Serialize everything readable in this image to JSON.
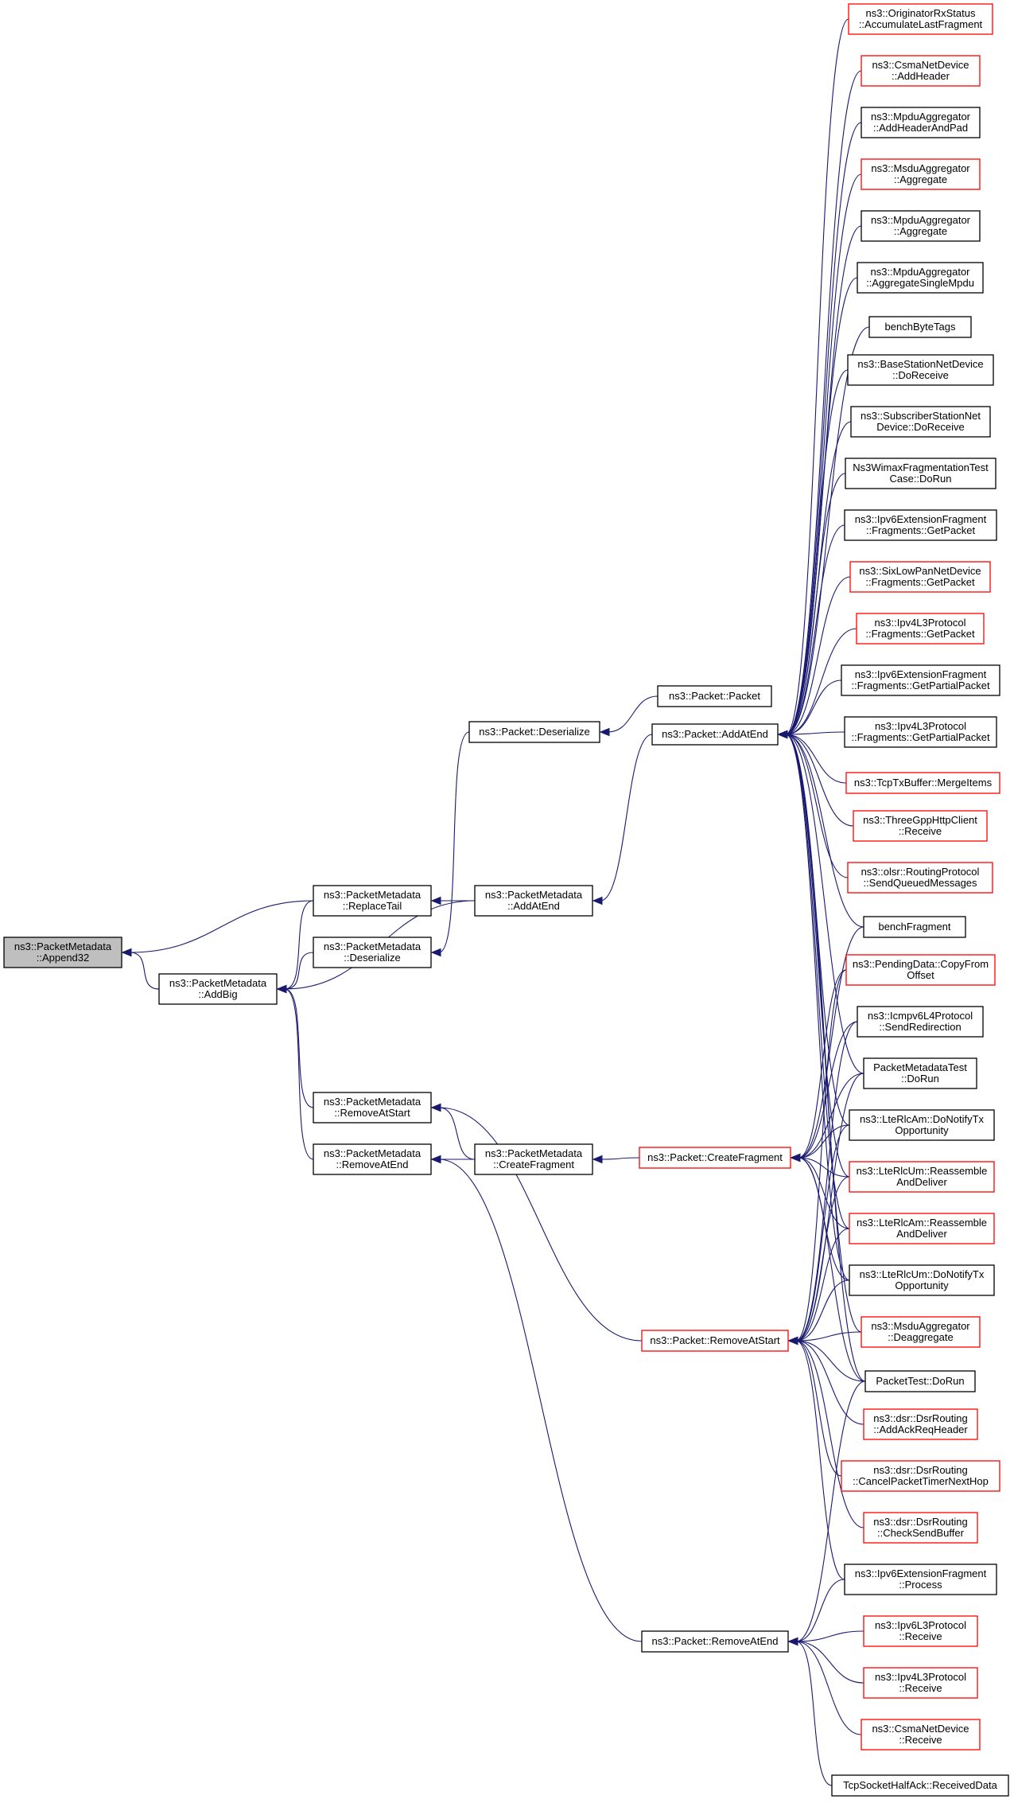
{
  "graph": {
    "title": "",
    "colors": {
      "edge": "#191970",
      "border_default": "#000000",
      "border_truncated": "#ff0000",
      "root_fill": "#bfbfbf",
      "node_fill": "#ffffff"
    },
    "nodes": [
      {
        "id": "n_root",
        "name": "root-node-append32",
        "lines": [
          "ns3::PacketMetadata",
          "::Append32"
        ],
        "style": "root"
      },
      {
        "id": "n_replacetail",
        "name": "node-replace-tail",
        "lines": [
          "ns3::PacketMetadata",
          "::ReplaceTail"
        ],
        "style": "normal"
      },
      {
        "id": "n_addbig",
        "name": "node-add-big",
        "lines": [
          "ns3::PacketMetadata",
          "::AddBig"
        ],
        "style": "normal"
      },
      {
        "id": "n_pm_deser",
        "name": "node-pm-deserialize",
        "lines": [
          "ns3::PacketMetadata",
          "::Deserialize"
        ],
        "style": "normal"
      },
      {
        "id": "n_pm_addatend",
        "name": "node-pm-add-at-end",
        "lines": [
          "ns3::PacketMetadata",
          "::AddAtEnd"
        ],
        "style": "normal"
      },
      {
        "id": "n_pm_rmstart",
        "name": "node-pm-remove-at-start",
        "lines": [
          "ns3::PacketMetadata",
          "::RemoveAtStart"
        ],
        "style": "normal"
      },
      {
        "id": "n_pm_rmend",
        "name": "node-pm-remove-at-end",
        "lines": [
          "ns3::PacketMetadata",
          "::RemoveAtEnd"
        ],
        "style": "normal"
      },
      {
        "id": "n_pm_createfrag",
        "name": "node-pm-create-fragment",
        "lines": [
          "ns3::PacketMetadata",
          "::CreateFragment"
        ],
        "style": "normal"
      },
      {
        "id": "n_p_deser",
        "name": "node-packet-deserialize",
        "lines": [
          "ns3::Packet::Deserialize"
        ],
        "style": "normal"
      },
      {
        "id": "n_p_packet",
        "name": "node-packet-packet",
        "lines": [
          "ns3::Packet::Packet"
        ],
        "style": "normal"
      },
      {
        "id": "n_p_addatend",
        "name": "node-packet-add-at-end",
        "lines": [
          "ns3::Packet::AddAtEnd"
        ],
        "style": "normal"
      },
      {
        "id": "n_p_createfrag",
        "name": "node-packet-create-fragment",
        "lines": [
          "ns3::Packet::CreateFragment"
        ],
        "style": "truncated"
      },
      {
        "id": "n_p_rmstart",
        "name": "node-packet-remove-at-start",
        "lines": [
          "ns3::Packet::RemoveAtStart"
        ],
        "style": "truncated"
      },
      {
        "id": "n_p_rmend",
        "name": "node-packet-remove-at-end",
        "lines": [
          "ns3::Packet::RemoveAtEnd"
        ],
        "style": "normal"
      },
      {
        "id": "r_orig",
        "name": "caller-originator-rx-status",
        "lines": [
          "ns3::OriginatorRxStatus",
          "::AccumulateLastFragment"
        ],
        "style": "truncated"
      },
      {
        "id": "r_csma_addh",
        "name": "caller-csma-add-header",
        "lines": [
          "ns3::CsmaNetDevice",
          "::AddHeader"
        ],
        "style": "truncated"
      },
      {
        "id": "r_mpdu_addpad",
        "name": "caller-mpdu-add-header-and-pad",
        "lines": [
          "ns3::MpduAggregator",
          "::AddHeaderAndPad"
        ],
        "style": "normal"
      },
      {
        "id": "r_msdu_agg",
        "name": "caller-msdu-aggregate",
        "lines": [
          "ns3::MsduAggregator",
          "::Aggregate"
        ],
        "style": "truncated"
      },
      {
        "id": "r_mpdu_agg",
        "name": "caller-mpdu-aggregate",
        "lines": [
          "ns3::MpduAggregator",
          "::Aggregate"
        ],
        "style": "normal"
      },
      {
        "id": "r_mpdu_single",
        "name": "caller-mpdu-aggregate-single",
        "lines": [
          "ns3::MpduAggregator",
          "::AggregateSingleMpdu"
        ],
        "style": "normal"
      },
      {
        "id": "r_benchbyte",
        "name": "caller-bench-byte-tags",
        "lines": [
          "benchByteTags"
        ],
        "style": "normal"
      },
      {
        "id": "r_bs_recv",
        "name": "caller-base-station-do-receive",
        "lines": [
          "ns3::BaseStationNetDevice",
          "::DoReceive"
        ],
        "style": "normal"
      },
      {
        "id": "r_ss_recv",
        "name": "caller-subscriber-station-do-receive",
        "lines": [
          "ns3::SubscriberStationNet",
          "Device::DoReceive"
        ],
        "style": "normal"
      },
      {
        "id": "r_wimax",
        "name": "caller-wimax-fragmentation-test",
        "lines": [
          "Ns3WimaxFragmentationTest",
          "Case::DoRun"
        ],
        "style": "normal"
      },
      {
        "id": "r_ipv6frag_get",
        "name": "caller-ipv6-fragments-get-packet",
        "lines": [
          "ns3::Ipv6ExtensionFragment",
          "::Fragments::GetPacket"
        ],
        "style": "normal"
      },
      {
        "id": "r_sixlow",
        "name": "caller-sixlowpan-fragments-get-packet",
        "lines": [
          "ns3::SixLowPanNetDevice",
          "::Fragments::GetPacket"
        ],
        "style": "truncated"
      },
      {
        "id": "r_ipv4frag_get",
        "name": "caller-ipv4-fragments-get-packet",
        "lines": [
          "ns3::Ipv4L3Protocol",
          "::Fragments::GetPacket"
        ],
        "style": "truncated"
      },
      {
        "id": "r_ipv6frag_partial",
        "name": "caller-ipv6-fragments-get-partial",
        "lines": [
          "ns3::Ipv6ExtensionFragment",
          "::Fragments::GetPartialPacket"
        ],
        "style": "normal"
      },
      {
        "id": "r_ipv4frag_partial",
        "name": "caller-ipv4-fragments-get-partial",
        "lines": [
          "ns3::Ipv4L3Protocol",
          "::Fragments::GetPartialPacket"
        ],
        "style": "normal"
      },
      {
        "id": "r_tcptx",
        "name": "caller-tcp-tx-buffer-merge-items",
        "lines": [
          "ns3::TcpTxBuffer::MergeItems"
        ],
        "style": "truncated"
      },
      {
        "id": "r_3gpp",
        "name": "caller-three-gpp-http-client-receive",
        "lines": [
          "ns3::ThreeGppHttpClient",
          "::Receive"
        ],
        "style": "truncated"
      },
      {
        "id": "r_olsr",
        "name": "caller-olsr-send-queued-messages",
        "lines": [
          "ns3::olsr::RoutingProtocol",
          "::SendQueuedMessages"
        ],
        "style": "truncated"
      },
      {
        "id": "r_benchfrag",
        "name": "caller-bench-fragment",
        "lines": [
          "benchFragment"
        ],
        "style": "normal"
      },
      {
        "id": "r_pending",
        "name": "caller-pending-data-copy-from-offset",
        "lines": [
          "ns3::PendingData::CopyFrom",
          "Offset"
        ],
        "style": "truncated"
      },
      {
        "id": "r_icmpv6",
        "name": "caller-icmpv6-send-redirection",
        "lines": [
          "ns3::Icmpv6L4Protocol",
          "::SendRedirection"
        ],
        "style": "normal"
      },
      {
        "id": "r_pmtest",
        "name": "caller-packet-metadata-test-do-run",
        "lines": [
          "PacketMetadataTest",
          "::DoRun"
        ],
        "style": "normal"
      },
      {
        "id": "r_rlcam_notify",
        "name": "caller-lte-rlc-am-do-notify-tx",
        "lines": [
          "ns3::LteRlcAm::DoNotifyTx",
          "Opportunity"
        ],
        "style": "normal"
      },
      {
        "id": "r_rlcum_reasm",
        "name": "caller-lte-rlc-um-reassemble",
        "lines": [
          "ns3::LteRlcUm::Reassemble",
          "AndDeliver"
        ],
        "style": "truncated"
      },
      {
        "id": "r_rlcam_reasm",
        "name": "caller-lte-rlc-am-reassemble",
        "lines": [
          "ns3::LteRlcAm::Reassemble",
          "AndDeliver"
        ],
        "style": "truncated"
      },
      {
        "id": "r_rlcum_notify",
        "name": "caller-lte-rlc-um-do-notify-tx",
        "lines": [
          "ns3::LteRlcUm::DoNotifyTx",
          "Opportunity"
        ],
        "style": "normal"
      },
      {
        "id": "r_msdu_deagg",
        "name": "caller-msdu-deaggregate",
        "lines": [
          "ns3::MsduAggregator",
          "::Deaggregate"
        ],
        "style": "truncated"
      },
      {
        "id": "r_packettest",
        "name": "caller-packet-test-do-run",
        "lines": [
          "PacketTest::DoRun"
        ],
        "style": "normal"
      },
      {
        "id": "r_dsr_ack",
        "name": "caller-dsr-add-ack-req-header",
        "lines": [
          "ns3::dsr::DsrRouting",
          "::AddAckReqHeader"
        ],
        "style": "truncated"
      },
      {
        "id": "r_dsr_cancel",
        "name": "caller-dsr-cancel-packet-timer",
        "lines": [
          "ns3::dsr::DsrRouting",
          "::CancelPacketTimerNextHop"
        ],
        "style": "truncated"
      },
      {
        "id": "r_dsr_check",
        "name": "caller-dsr-check-send-buffer",
        "lines": [
          "ns3::dsr::DsrRouting",
          "::CheckSendBuffer"
        ],
        "style": "truncated"
      },
      {
        "id": "r_ipv6ext_proc",
        "name": "caller-ipv6-extension-fragment-process",
        "lines": [
          "ns3::Ipv6ExtensionFragment",
          "::Process"
        ],
        "style": "normal"
      },
      {
        "id": "r_ipv6l3_recv",
        "name": "caller-ipv6-l3-protocol-receive",
        "lines": [
          "ns3::Ipv6L3Protocol",
          "::Receive"
        ],
        "style": "truncated"
      },
      {
        "id": "r_ipv4l3_recv",
        "name": "caller-ipv4-l3-protocol-receive",
        "lines": [
          "ns3::Ipv4L3Protocol",
          "::Receive"
        ],
        "style": "truncated"
      },
      {
        "id": "r_csma_recv",
        "name": "caller-csma-receive",
        "lines": [
          "ns3::CsmaNetDevice",
          "::Receive"
        ],
        "style": "truncated"
      },
      {
        "id": "r_tcphalf",
        "name": "caller-tcp-socket-half-ack-received-data",
        "lines": [
          "TcpSocketHalfAck::ReceivedData"
        ],
        "style": "normal"
      }
    ],
    "edges": [
      [
        "n_replacetail",
        "n_root"
      ],
      [
        "n_addbig",
        "n_root"
      ],
      [
        "n_pm_deser",
        "n_addbig"
      ],
      [
        "n_pm_addatend",
        "n_addbig"
      ],
      [
        "n_pm_rmstart",
        "n_addbig"
      ],
      [
        "n_pm_rmend",
        "n_addbig"
      ],
      [
        "n_replacetail",
        "n_addbig"
      ],
      [
        "n_pm_addatend",
        "n_replacetail"
      ],
      [
        "n_p_deser",
        "n_pm_deser"
      ],
      [
        "n_p_addatend",
        "n_pm_addatend"
      ],
      [
        "n_p_packet",
        "n_p_deser"
      ],
      [
        "n_pm_createfrag",
        "n_pm_rmstart"
      ],
      [
        "n_pm_createfrag",
        "n_pm_rmend"
      ],
      [
        "n_p_createfrag",
        "n_pm_createfrag"
      ],
      [
        "n_p_rmstart",
        "n_pm_rmstart"
      ],
      [
        "n_p_rmend",
        "n_pm_rmend"
      ],
      [
        "r_orig",
        "n_p_addatend"
      ],
      [
        "r_csma_addh",
        "n_p_addatend"
      ],
      [
        "r_mpdu_addpad",
        "n_p_addatend"
      ],
      [
        "r_msdu_agg",
        "n_p_addatend"
      ],
      [
        "r_mpdu_agg",
        "n_p_addatend"
      ],
      [
        "r_mpdu_single",
        "n_p_addatend"
      ],
      [
        "r_benchbyte",
        "n_p_addatend"
      ],
      [
        "r_bs_recv",
        "n_p_addatend"
      ],
      [
        "r_ss_recv",
        "n_p_addatend"
      ],
      [
        "r_wimax",
        "n_p_addatend"
      ],
      [
        "r_ipv6frag_get",
        "n_p_addatend"
      ],
      [
        "r_sixlow",
        "n_p_addatend"
      ],
      [
        "r_ipv4frag_get",
        "n_p_addatend"
      ],
      [
        "r_ipv6frag_partial",
        "n_p_addatend"
      ],
      [
        "r_ipv4frag_partial",
        "n_p_addatend"
      ],
      [
        "r_tcptx",
        "n_p_addatend"
      ],
      [
        "r_3gpp",
        "n_p_addatend"
      ],
      [
        "r_olsr",
        "n_p_addatend"
      ],
      [
        "r_benchfrag",
        "n_p_addatend"
      ],
      [
        "r_pmtest",
        "n_p_addatend"
      ],
      [
        "r_rlcam_notify",
        "n_p_addatend"
      ],
      [
        "r_rlcum_reasm",
        "n_p_addatend"
      ],
      [
        "r_rlcam_reasm",
        "n_p_addatend"
      ],
      [
        "r_rlcum_notify",
        "n_p_addatend"
      ],
      [
        "r_msdu_deagg",
        "n_p_addatend"
      ],
      [
        "r_packettest",
        "n_p_addatend"
      ],
      [
        "r_benchfrag",
        "n_p_createfrag"
      ],
      [
        "r_pending",
        "n_p_createfrag"
      ],
      [
        "r_icmpv6",
        "n_p_createfrag"
      ],
      [
        "r_pmtest",
        "n_p_createfrag"
      ],
      [
        "r_rlcam_notify",
        "n_p_createfrag"
      ],
      [
        "r_rlcum_reasm",
        "n_p_createfrag"
      ],
      [
        "r_rlcam_reasm",
        "n_p_createfrag"
      ],
      [
        "r_rlcum_notify",
        "n_p_createfrag"
      ],
      [
        "r_packettest",
        "n_p_createfrag"
      ],
      [
        "r_pending",
        "n_p_rmstart"
      ],
      [
        "r_icmpv6",
        "n_p_rmstart"
      ],
      [
        "r_pmtest",
        "n_p_rmstart"
      ],
      [
        "r_rlcam_notify",
        "n_p_rmstart"
      ],
      [
        "r_rlcum_reasm",
        "n_p_rmstart"
      ],
      [
        "r_rlcam_reasm",
        "n_p_rmstart"
      ],
      [
        "r_rlcum_notify",
        "n_p_rmstart"
      ],
      [
        "r_msdu_deagg",
        "n_p_rmstart"
      ],
      [
        "r_packettest",
        "n_p_rmstart"
      ],
      [
        "r_dsr_ack",
        "n_p_rmstart"
      ],
      [
        "r_dsr_cancel",
        "n_p_rmstart"
      ],
      [
        "r_dsr_check",
        "n_p_rmstart"
      ],
      [
        "r_ipv6ext_proc",
        "n_p_rmstart"
      ],
      [
        "r_packettest",
        "n_p_rmend"
      ],
      [
        "r_ipv6ext_proc",
        "n_p_rmend"
      ],
      [
        "r_ipv6l3_recv",
        "n_p_rmend"
      ],
      [
        "r_ipv4l3_recv",
        "n_p_rmend"
      ],
      [
        "r_csma_recv",
        "n_p_rmend"
      ],
      [
        "r_tcphalf",
        "n_p_rmend"
      ]
    ]
  }
}
